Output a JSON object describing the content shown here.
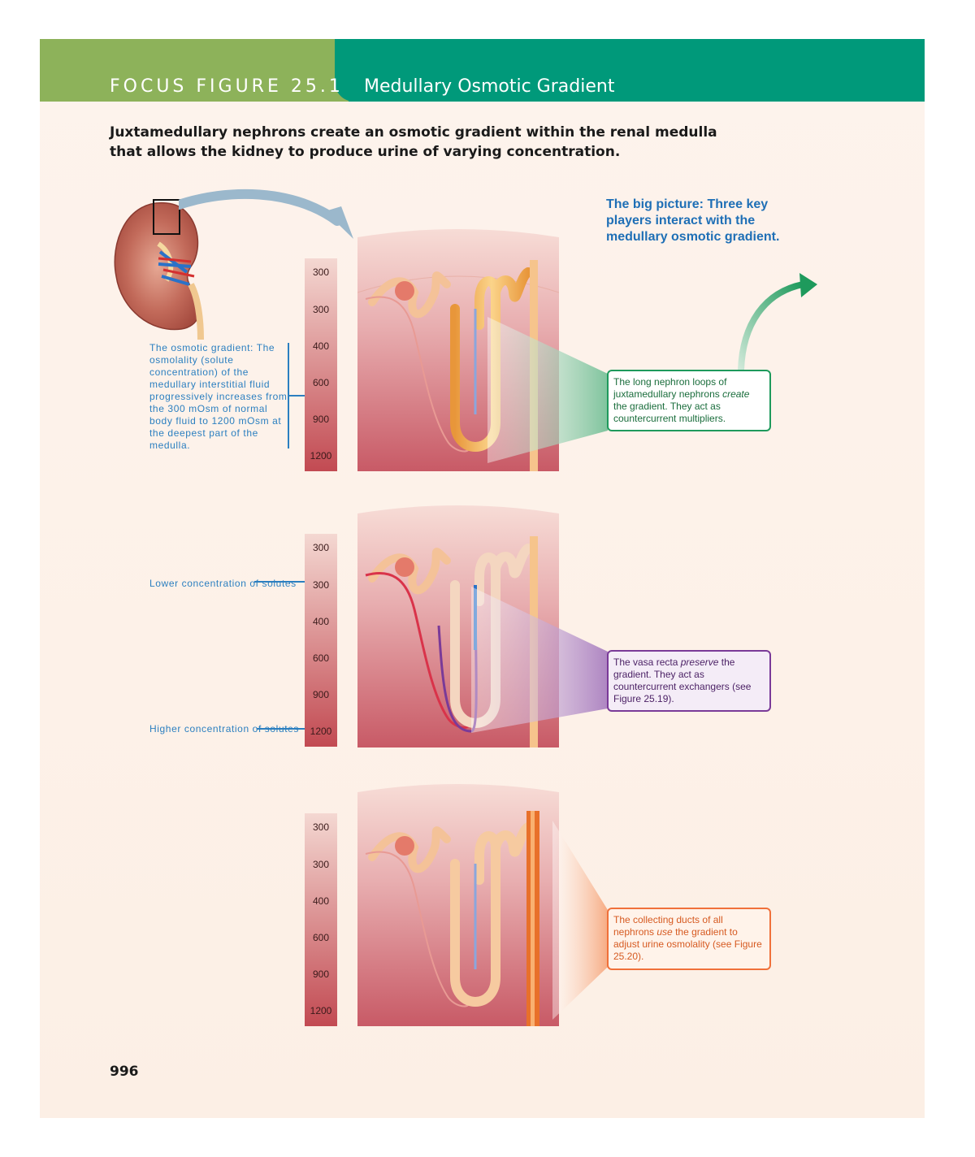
{
  "header": {
    "focus_label": "FOCUS FIGURE 25.1",
    "title": "Medullary Osmotic Gradient"
  },
  "intro": "Juxtamedullary nephrons create an osmotic gradient within the renal medulla that allows the kidney to produce urine of varying concentration.",
  "big_picture": "The big picture: Three key players interact with the medullary osmotic gradient.",
  "gradient_note": "The osmotic gradient: The osmolality (solute concentration) of the medullary interstitial fluid progressively increases from the 300 mOsm of normal body fluid to 1200 mOsm at the deepest part of the medulla.",
  "labels": {
    "lower": "Lower concentration of solutes",
    "higher": "Higher concentration of solutes"
  },
  "scale_values": [
    "300",
    "300",
    "400",
    "600",
    "900",
    "1200"
  ],
  "callouts": {
    "loops": {
      "pre": "The long nephron loops of juxtamedullary nephrons ",
      "em": "create",
      "post": " the gradient. They act as countercurrent multipliers."
    },
    "vasa": {
      "pre": "The vasa recta ",
      "em": "preserve",
      "post": " the gradient. They act as countercurrent exchangers (see Figure 25.19)."
    },
    "ducts": {
      "pre": "The collecting ducts of all nephrons ",
      "em": "use",
      "post": " the gradient to adjust urine osmolality (see Figure 25.20)."
    }
  },
  "page_number": "996",
  "colors": {
    "header_green": "#8db25a",
    "header_teal": "#00997a",
    "label_blue": "#2b7fc0",
    "loops_green": "#1e9a5c",
    "vasa_purple": "#7a3a98",
    "ducts_orange": "#f0703a"
  }
}
